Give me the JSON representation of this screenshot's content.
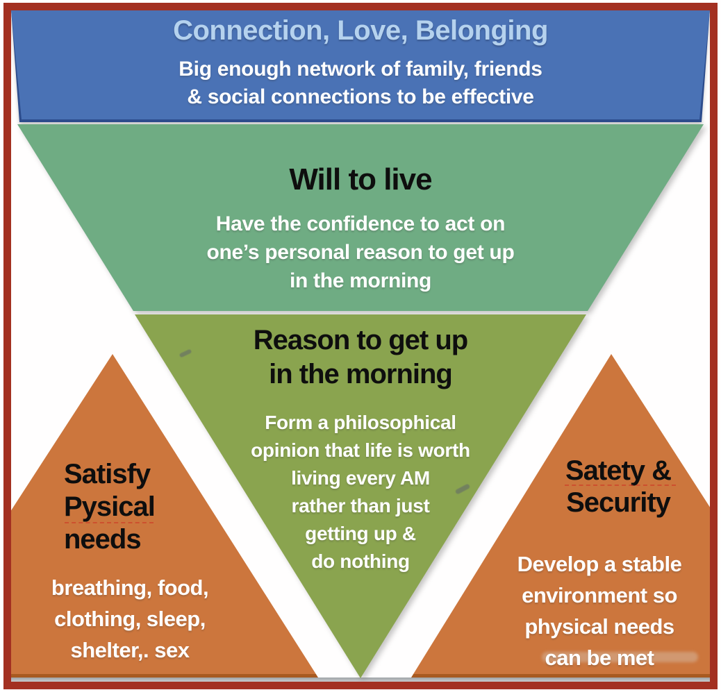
{
  "diagram": {
    "kind": "inverted-needs-pyramid-infographic",
    "palette": {
      "frame_border": "#a33021",
      "background": "#fffefe",
      "band_blue": "#4a72b5",
      "band_blue_edge": "#2c4c8c",
      "band_title_blue": "#b5d2ee",
      "sage_green": "#6fac83",
      "olive_green": "#8aa44f",
      "orange": "#cc763d",
      "orange_base_edge": "#a85a20",
      "base_shadow_gray": "#9fa3a6",
      "title_black": "#0e0e0e",
      "body_white": "#ffffff"
    },
    "sections": {
      "connection": {
        "title": "Connection, Love, Belonging",
        "body": "Big enough network of family, friends\n& social connections to be effective"
      },
      "will": {
        "title": "Will to live",
        "body": "Have the confidence to act on\none’s personal reason to get up\nin the morning"
      },
      "reason": {
        "title": "Reason to get up\nin the morning",
        "body": "Form a philosophical\nopinion that life is worth\nliving every AM\nrather than just\ngetting up &\ndo nothing"
      },
      "physical": {
        "title": "Satisfy\nPysical\nneeds",
        "body": "breathing, food,\nclothing, sleep,\nshelter,. sex"
      },
      "safety": {
        "title": "Satety &\nSecurity",
        "body": "Develop a stable\nenvironment so\nphysical needs\ncan be met"
      }
    }
  }
}
